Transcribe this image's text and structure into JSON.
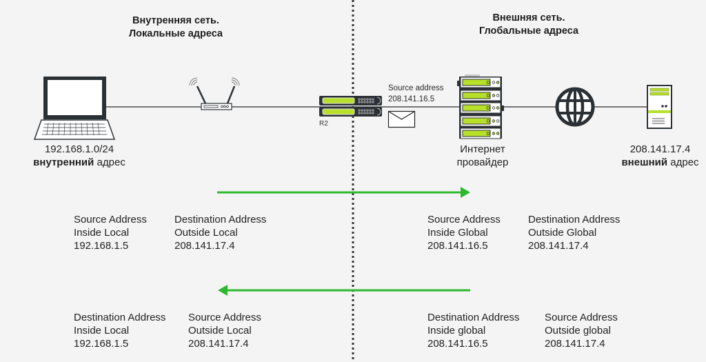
{
  "zones": {
    "inside": {
      "title_line1": "Внутренняя сеть.",
      "title_line2": "Локальные адреса"
    },
    "outside": {
      "title_line1": "Внешняя сеть.",
      "title_line2": "Глобальные адреса"
    }
  },
  "devices": {
    "laptop": {
      "icon": "laptop-icon",
      "address": "192.168.1.0/24",
      "label_bold": "внутренний",
      "label_rest": " адрес"
    },
    "wifi_router": {
      "icon": "wifi-router-icon"
    },
    "router_r2": {
      "icon": "router-icon",
      "label": "R2"
    },
    "packet": {
      "icon": "envelope-icon",
      "line1": "Source address",
      "line2": "208.141.16.5"
    },
    "isp": {
      "icon": "server-rack-icon",
      "line1": "Интернет",
      "line2": "провайдер"
    },
    "internet": {
      "icon": "globe-icon"
    },
    "external_server": {
      "icon": "server-icon",
      "address": "208.141.17.4",
      "label_bold": "внешний",
      "label_rest": " адрес"
    }
  },
  "colors": {
    "arrow": "#2db82d",
    "device_dark": "#2b3035",
    "accent_lime": "#b8e02a",
    "background": "#f4f4f4"
  },
  "flows": {
    "outbound": {
      "direction": "right",
      "inside_side": [
        {
          "role": "Source Address",
          "type": "Inside Local",
          "ip": "192.168.1.5"
        },
        {
          "role": "Destination Address",
          "type": "Outside Local",
          "ip": "208.141.17.4"
        }
      ],
      "outside_side": [
        {
          "role": "Source Address",
          "type": "Inside Global",
          "ip": "208.141.16.5"
        },
        {
          "role": "Destination Address",
          "type": "Outside Global",
          "ip": "208.141.17.4"
        }
      ]
    },
    "inbound": {
      "direction": "left",
      "inside_side": [
        {
          "role": "Destination Address",
          "type": "Inside Local",
          "ip": "192.168.1.5"
        },
        {
          "role": "Source Address",
          "type": "Outside Local",
          "ip": "208.141.17.4"
        }
      ],
      "outside_side": [
        {
          "role": "Destination Address",
          "type": "Inside global",
          "ip": "208.141.16.5"
        },
        {
          "role": "Source Address",
          "type": "Outside global",
          "ip": "208.141.17.4"
        }
      ]
    }
  }
}
